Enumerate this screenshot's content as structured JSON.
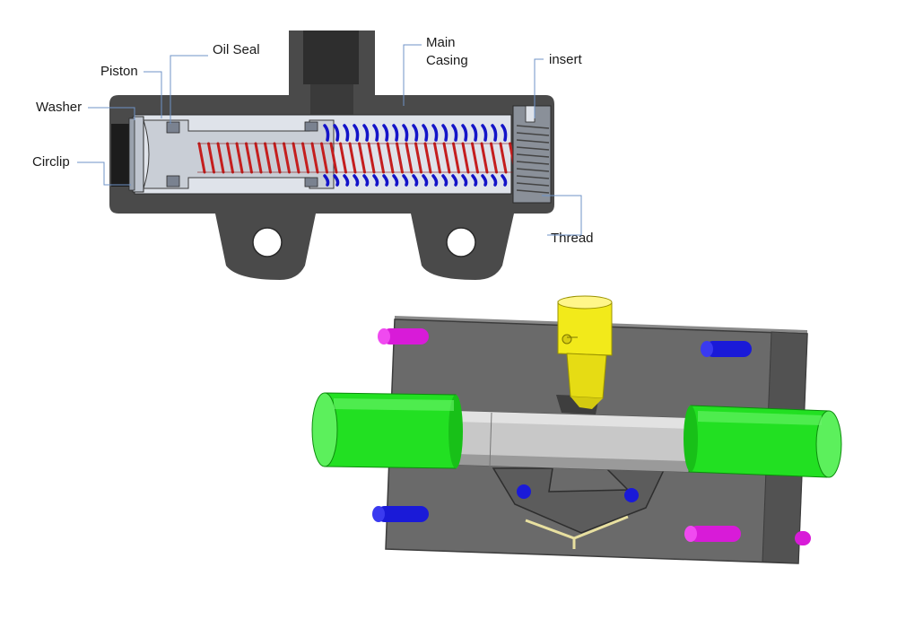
{
  "cross_section": {
    "labels": {
      "oil_seal": "Oil Seal",
      "main_casing_1": "Main",
      "main_casing_2": "Casing",
      "insert": "insert",
      "piston": "Piston",
      "washer": "Washer",
      "circlip": "Circlip",
      "thread": "Thread"
    },
    "colors": {
      "casing": "#4a4a4a",
      "bore": "#dfe3ea",
      "piston": "#c9ced6",
      "piston_spring": "#c41e1e",
      "return_spring": "#1414c8",
      "leader_line": "#6f93c7"
    }
  },
  "mold_view": {
    "colors": {
      "mold_plate": "#6a6a6a",
      "mold_plate_dark": "#525252",
      "core_pins": "#22e022",
      "center_core": "#c8c8c8",
      "sprue": "#f2ea1a",
      "guide_pins_magenta": "#d81bd8",
      "guide_pins_blue": "#1a1ad8",
      "cavity_line": "#e8e0a0"
    }
  }
}
